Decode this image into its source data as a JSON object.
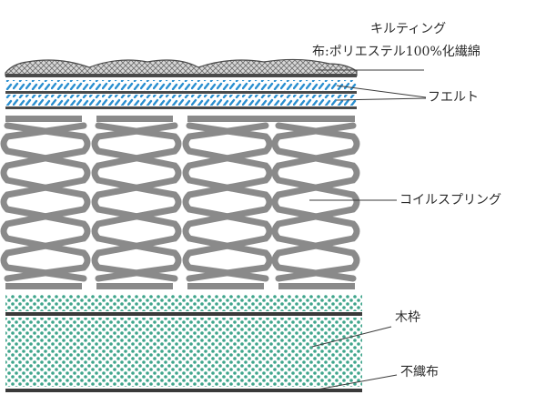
{
  "labels": {
    "quilting_title": "キルティング",
    "quilting_material": "布:ポリエステル100%化繊綿",
    "felt": "フエルト",
    "coil_spring": "コイルスプリング",
    "wood_frame": "木枠",
    "nonwoven": "不織布"
  },
  "colors": {
    "spring": "#8a8a8a",
    "felt_blue": "#2a8fd0",
    "wood_green": "#3fa58c",
    "dark_bar": "#3a3a3a",
    "quilt_fill": "#a0a0a0"
  },
  "layers": [
    {
      "name": "quilting"
    },
    {
      "name": "felt"
    },
    {
      "name": "coil-spring"
    },
    {
      "name": "wood-frame"
    },
    {
      "name": "nonwoven-fabric"
    }
  ]
}
